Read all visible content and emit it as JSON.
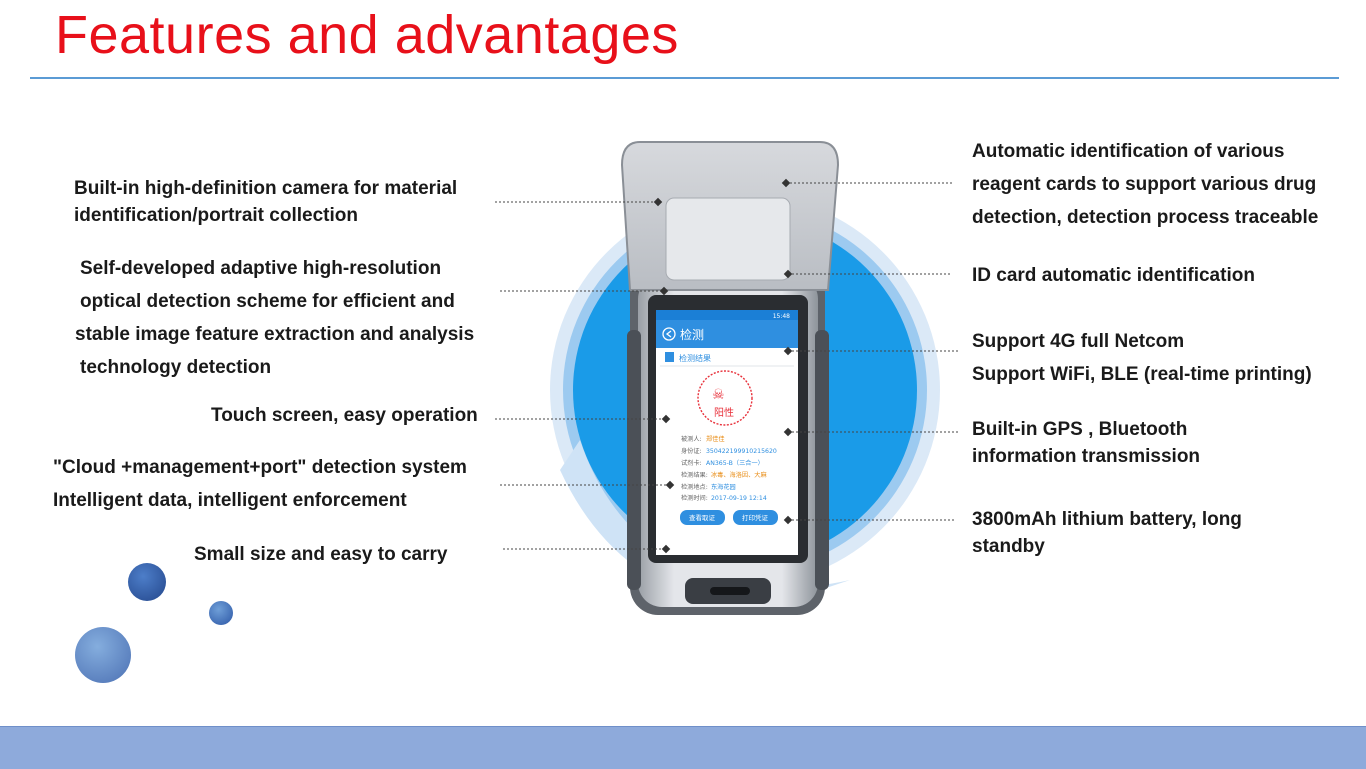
{
  "header": {
    "title": "Features and advantages"
  },
  "features_left": [
    {
      "id": "camera",
      "lines": [
        "Built-in high-definition camera for material",
        "identification/portrait collection"
      ]
    },
    {
      "id": "optical",
      "lines": [
        "Self-developed adaptive high-resolution",
        "optical detection scheme for efficient and",
        "stable image feature extraction and analysis",
        "technology detection"
      ]
    },
    {
      "id": "touch",
      "lines": [
        "Touch screen, easy operation"
      ]
    },
    {
      "id": "cloud",
      "lines": [
        "\"Cloud +management+port\" detection system",
        "Intelligent data, intelligent enforcement"
      ]
    },
    {
      "id": "portable",
      "lines": [
        "Small size and easy to carry"
      ]
    }
  ],
  "features_right": [
    {
      "id": "reagent",
      "lines": [
        "Automatic identification of various",
        "reagent cards to support various drug",
        "detection, detection process traceable"
      ]
    },
    {
      "id": "idcard",
      "lines": [
        "ID card automatic identification"
      ]
    },
    {
      "id": "network",
      "lines": [
        "Support 4G full Netcom",
        "Support WiFi, BLE (real-time printing)"
      ]
    },
    {
      "id": "gps",
      "lines": [
        "Built-in GPS , Bluetooth",
        "information transmission"
      ]
    },
    {
      "id": "battery",
      "lines": [
        "3800mAh lithium battery, long",
        "standby"
      ]
    }
  ],
  "device_screen": {
    "status_time": "15:48",
    "app_title": "检测",
    "section_title": "检测结果",
    "result_badge": "阳性",
    "fields": [
      {
        "label": "被测人:",
        "value": "郑佳佳"
      },
      {
        "label": "身份证:",
        "value": "350422199910215620"
      },
      {
        "label": "试剂卡:",
        "value": "AN365-B（三合一）"
      },
      {
        "label": "检测结果:",
        "value": "冰毒、海洛因、大麻"
      },
      {
        "label": "检测地点:",
        "value": "东海花园"
      },
      {
        "label": "检测时间:",
        "value": "2017-09-19 12:14"
      }
    ],
    "buttons": [
      "查看取证",
      "打印凭证"
    ]
  },
  "colors": {
    "title_red": "#e8101a",
    "rule_blue": "#5b9bd5",
    "footer_blue": "#8eaadb",
    "circle_blue": "#1a9be8"
  }
}
